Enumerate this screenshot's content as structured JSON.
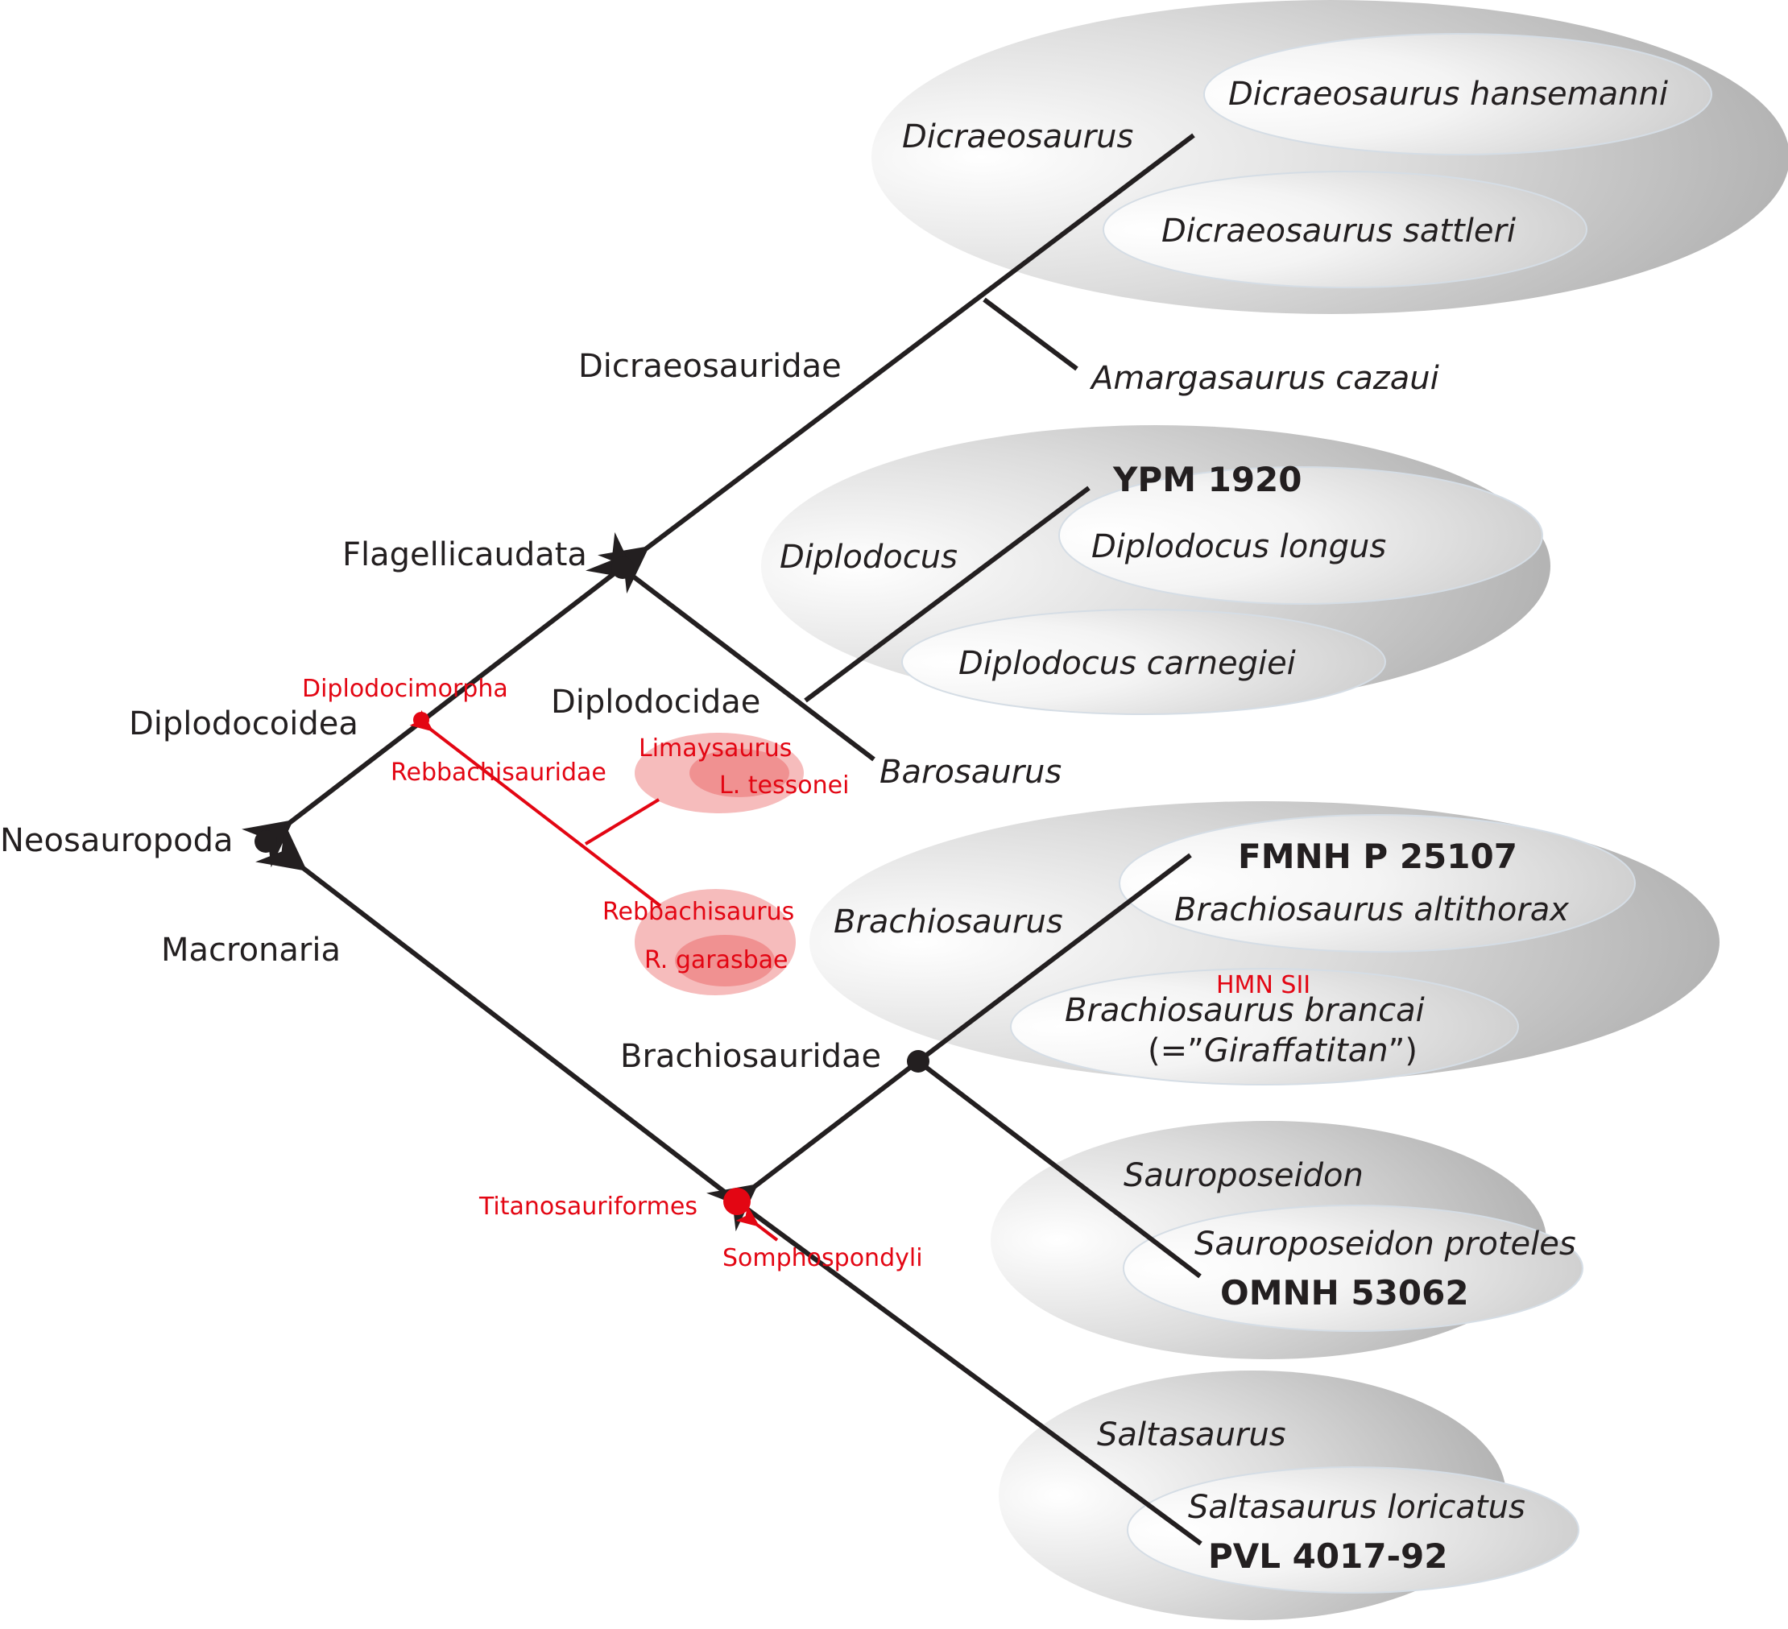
{
  "clades": {
    "neosauropoda": "Neosauropoda",
    "diplodocoidea": "Diplodocoidea",
    "macronaria": "Macronaria",
    "flagellicaudata": "Flagellicaudata",
    "dicraeosauridae": "Dicraeosauridae",
    "diplodocidae": "Diplodocidae",
    "brachiosauridae": "Brachiosauridae"
  },
  "red_clades": {
    "diplodocimorpha": "Diplodocimorpha",
    "rebbachisauridae": "Rebbachisauridae",
    "limaysaurus": "Limaysaurus",
    "l_tessonei": "L. tessonei",
    "rebbachisaurus": "Rebbachisaurus",
    "r_garasbae": "R. garasbae",
    "titanosauriformes": "Titanosauriformes",
    "somphospondyli": "Somphospondyli",
    "hmn_sii": "HMN SII"
  },
  "taxa": {
    "dicraeosaurus": "Dicraeosaurus",
    "dicraeosaurus_hansemanni": "Dicraeosaurus hansemanni",
    "dicraeosaurus_sattleri": "Dicraeosaurus sattleri",
    "amargasaurus_cazaui": "Amargasaurus cazaui",
    "diplodocus": "Diplodocus",
    "diplodocus_longus": "Diplodocus longus",
    "diplodocus_carnegiei": "Diplodocus carnegiei",
    "barosaurus": "Barosaurus",
    "brachiosaurus": "Brachiosaurus",
    "brachiosaurus_altithorax": "Brachiosaurus altithorax",
    "brachiosaurus_brancai": "Brachiosaurus brancai",
    "sauroposeidon": "Sauroposeidon",
    "sauroposeidon_proteles": "Sauroposeidon proteles",
    "saltasaurus": "Saltasaurus",
    "saltasaurus_loricatus": "Saltasaurus loricatus"
  },
  "giraffatitan": {
    "open": "(=”",
    "name": "Giraffatitan",
    "close": "”)"
  },
  "specimens": {
    "ypm": "YPM 1920",
    "fmnh": "FMNH P 25107",
    "omnh": "OMNH 53062",
    "pvl": "PVL 4017-92"
  },
  "colors": {
    "branch": "#231f20",
    "highlight": "#e30613",
    "ellipse_outer": "#b3b3b3",
    "ellipse_inner": "#e6e6e6"
  }
}
